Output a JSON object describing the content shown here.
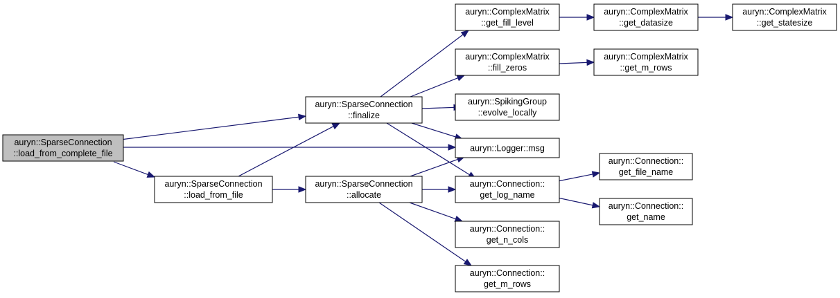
{
  "graph": {
    "nodes": [
      {
        "id": "n_root",
        "line1": "auryn::SparseConnection",
        "line2": "::load_from_complete_file",
        "root": true
      },
      {
        "id": "n_lff",
        "line1": "auryn::SparseConnection",
        "line2": "::load_from_file"
      },
      {
        "id": "n_fin",
        "line1": "auryn::SparseConnection",
        "line2": "::finalize"
      },
      {
        "id": "n_alloc",
        "line1": "auryn::SparseConnection",
        "line2": "::allocate"
      },
      {
        "id": "n_gfl",
        "line1": "auryn::ComplexMatrix",
        "line2": "::get_fill_level"
      },
      {
        "id": "n_fz",
        "line1": "auryn::ComplexMatrix",
        "line2": "::fill_zeros"
      },
      {
        "id": "n_evl",
        "line1": "auryn::SpikingGroup",
        "line2": "::evolve_locally"
      },
      {
        "id": "n_msg",
        "line1": "auryn::Logger::msg",
        "line2": ""
      },
      {
        "id": "n_gln",
        "line1": "auryn::Connection::",
        "line2": "get_log_name"
      },
      {
        "id": "n_gnc",
        "line1": "auryn::Connection::",
        "line2": "get_n_cols"
      },
      {
        "id": "n_cgmr",
        "line1": "auryn::Connection::",
        "line2": "get_m_rows"
      },
      {
        "id": "n_gds",
        "line1": "auryn::ComplexMatrix",
        "line2": "::get_datasize"
      },
      {
        "id": "n_gss",
        "line1": "auryn::ComplexMatrix",
        "line2": "::get_statesize"
      },
      {
        "id": "n_xgmr",
        "line1": "auryn::ComplexMatrix",
        "line2": "::get_m_rows"
      },
      {
        "id": "n_gfn",
        "line1": "auryn::Connection::",
        "line2": "get_file_name"
      },
      {
        "id": "n_gn",
        "line1": "auryn::Connection::",
        "line2": "get_name"
      }
    ],
    "edges": [
      {
        "from": "n_root",
        "to": "n_fin"
      },
      {
        "from": "n_root",
        "to": "n_msg"
      },
      {
        "from": "n_root",
        "to": "n_lff"
      },
      {
        "from": "n_lff",
        "to": "n_fin"
      },
      {
        "from": "n_lff",
        "to": "n_alloc"
      },
      {
        "from": "n_fin",
        "to": "n_gfl"
      },
      {
        "from": "n_fin",
        "to": "n_fz"
      },
      {
        "from": "n_fin",
        "to": "n_evl"
      },
      {
        "from": "n_fin",
        "to": "n_msg"
      },
      {
        "from": "n_fin",
        "to": "n_gln"
      },
      {
        "from": "n_alloc",
        "to": "n_msg"
      },
      {
        "from": "n_alloc",
        "to": "n_gln"
      },
      {
        "from": "n_alloc",
        "to": "n_gnc"
      },
      {
        "from": "n_alloc",
        "to": "n_cgmr"
      },
      {
        "from": "n_gfl",
        "to": "n_gds"
      },
      {
        "from": "n_gds",
        "to": "n_gss"
      },
      {
        "from": "n_fz",
        "to": "n_xgmr"
      },
      {
        "from": "n_gln",
        "to": "n_gfn"
      },
      {
        "from": "n_gln",
        "to": "n_gn"
      }
    ]
  },
  "colors": {
    "edge": "#191970",
    "root_fill": "#bfbfbf",
    "node_fill": "#ffffff",
    "node_stroke": "#000000"
  }
}
